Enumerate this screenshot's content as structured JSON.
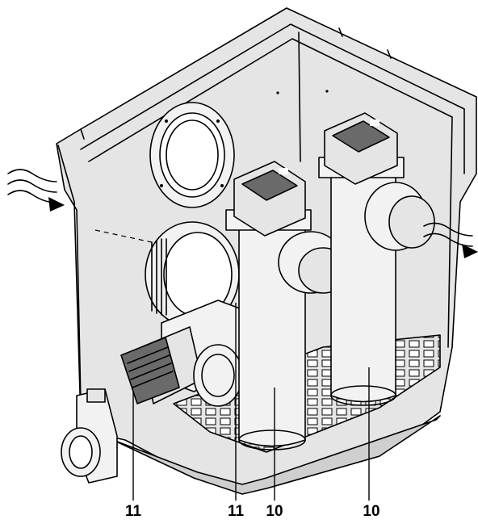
{
  "diagram": {
    "colors": {
      "tank": "#e5e5e5",
      "tank_shadow": "#cfcfcf",
      "part": "#f2f2f2",
      "dark": "#6a6a6a",
      "black": "#000000",
      "white": "#ffffff"
    },
    "callouts": [
      {
        "id": "uv-pump-unit",
        "label": "11"
      },
      {
        "id": "pump-inner",
        "label": "11"
      },
      {
        "id": "filter-tube-front",
        "label": "10"
      },
      {
        "id": "filter-tube-back",
        "label": "10"
      }
    ]
  }
}
